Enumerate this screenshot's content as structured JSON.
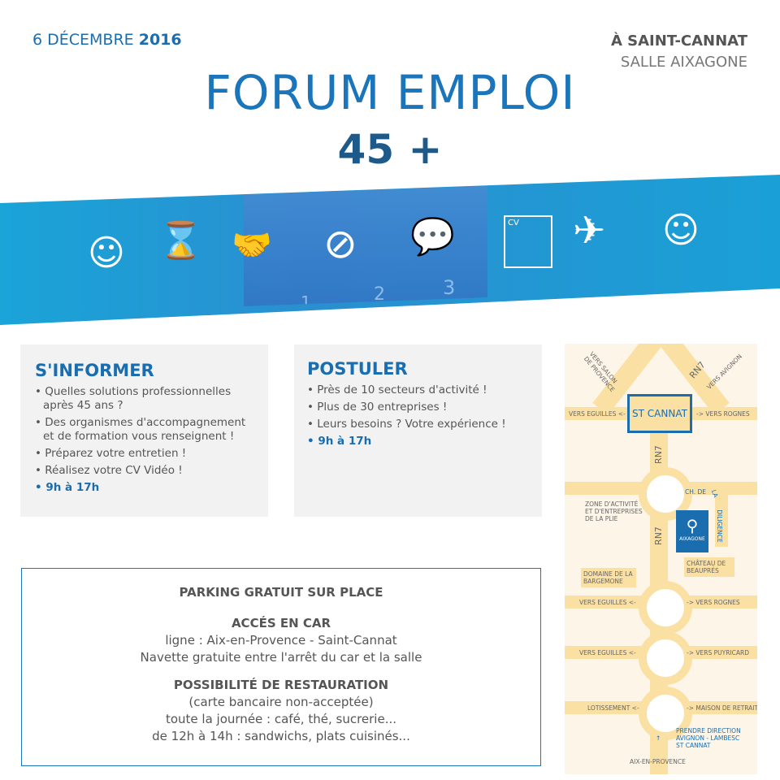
{
  "header": {
    "date_day": "6 DÉCEMBRE",
    "date_year": "2016",
    "place_line1": "À SAINT-CANNAT",
    "place_line2": "SALLE AIXAGONE",
    "title": "FORUM EMPLOI",
    "subtitle": "45 +"
  },
  "banner": {
    "icons": [
      "smiley-face-icon",
      "hourglass-icon",
      "handshake-icon",
      "compass-icon",
      "speech-bubbles-icon",
      "cv-documents-icon",
      "airplane-icon",
      "smiley-icon"
    ],
    "cv_label": "CV",
    "track_numbers": [
      "1",
      "2",
      "3"
    ]
  },
  "informer": {
    "title": "S'INFORMER",
    "items": [
      "• Quelles solutions professionnelles après 45 ans ?",
      "• Des organismes d'accompagnement et de formation vous renseignent !",
      "• Préparez votre entretien !",
      "• Réalisez votre CV Vidéo !"
    ],
    "time": "• 9h à 17h"
  },
  "postuler": {
    "title": "POSTULER",
    "items": [
      "• Près de 10 secteurs d'activité !",
      "• Plus de 30 entreprises !",
      "• Leurs besoins ? Votre expérience !"
    ],
    "time": "• 9h à 17h"
  },
  "practical": {
    "parking": "PARKING GRATUIT SUR PLACE",
    "car_title": "ACCÉS EN CAR",
    "car_line1": "ligne : Aix-en-Provence - Saint-Cannat",
    "car_line2": "Navette gratuite entre l'arrêt du car et la salle",
    "food_title": "POSSIBILITÉ DE RESTAURATION",
    "food_line1": "(carte bancaire non-acceptée)",
    "food_line2": "toute la journée : café, thé, sucrerie...",
    "food_line3": "de 12h à 14h : sandwichs,  plats cuisinés..."
  },
  "map": {
    "st_cannat": "ST CANNAT",
    "vers_salon": "VERS SALON DE PROVENCE",
    "rn7": "RN7",
    "vers_avignon": "VERS AVIGNON",
    "vers_eguilles": "VERS EGUILLES <-",
    "vers_rognes": "-> VERS ROGNES",
    "ch_de": "CH. DE",
    "la": "LA",
    "diligence": "DILIGENCE",
    "zone": "ZONE D'ACTIVITÉ ET D'ENTREPRISES DE LA PLIE",
    "aixagone": "AIXAGONE",
    "chateau": "CHÂTEAU DE BEAUPRÉS",
    "domaine": "DOMAINE DE LA BARGEMONE",
    "vers_puyricard": "-> VERS PUYRICARD",
    "lotissement": "LOTISSEMENT <-",
    "maison": "-> MAISON DE RETRAITE",
    "direction": "PRENDRE DIRECTION AVIGNON - LAMBESC ST CANNAT",
    "arrow": "↑",
    "aix": "AIX-EN-PROVENCE"
  },
  "colors": {
    "accent": "#1a75bb",
    "road": "#fbe0a3",
    "map_bg": "#fcf5e8",
    "card_bg": "#f2f2f2"
  }
}
